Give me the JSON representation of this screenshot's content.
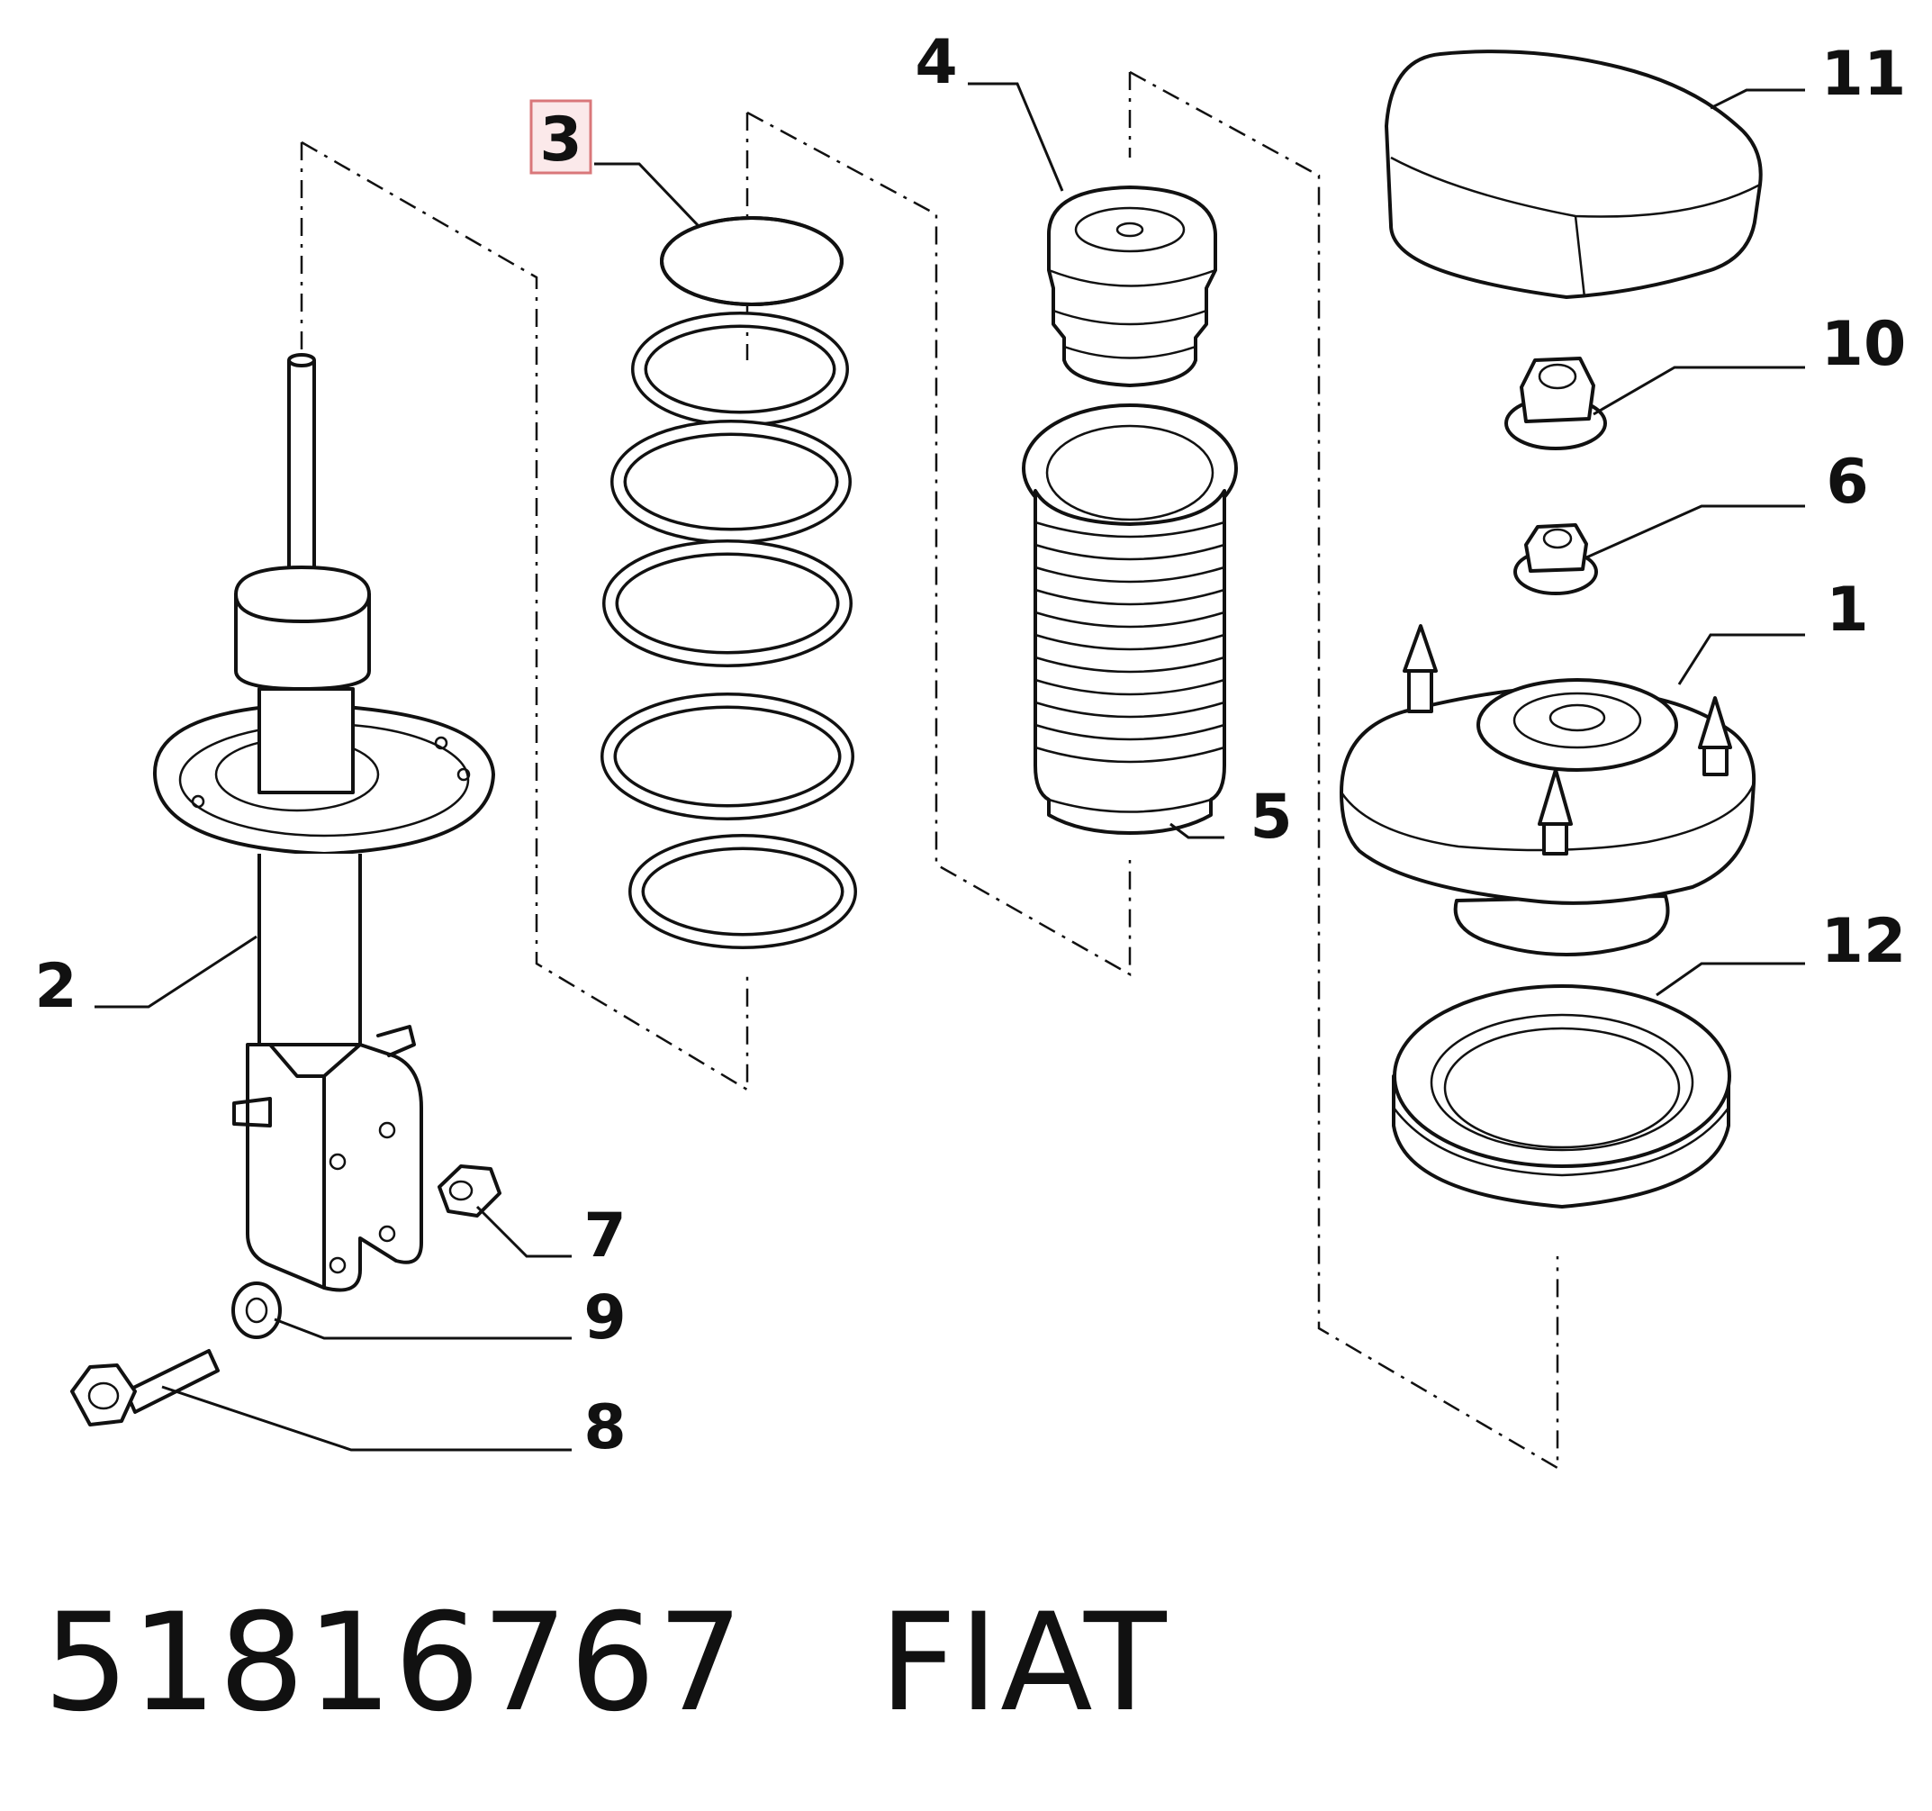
{
  "diagram": {
    "parts": [
      {
        "id": "part-1",
        "label": "1"
      },
      {
        "id": "part-2",
        "label": "2"
      },
      {
        "id": "part-3",
        "label": "3",
        "highlighted": true
      },
      {
        "id": "part-4",
        "label": "4"
      },
      {
        "id": "part-5",
        "label": "5"
      },
      {
        "id": "part-6",
        "label": "6"
      },
      {
        "id": "part-7",
        "label": "7"
      },
      {
        "id": "part-8",
        "label": "8"
      },
      {
        "id": "part-9",
        "label": "9"
      },
      {
        "id": "part-10",
        "label": "10"
      },
      {
        "id": "part-11",
        "label": "11"
      },
      {
        "id": "part-12",
        "label": "12"
      }
    ],
    "highlight_color": "#d9777a",
    "highlight_fill": "#fbe9ea"
  },
  "caption": {
    "part_number": "51816767",
    "brand": "FIAT"
  }
}
